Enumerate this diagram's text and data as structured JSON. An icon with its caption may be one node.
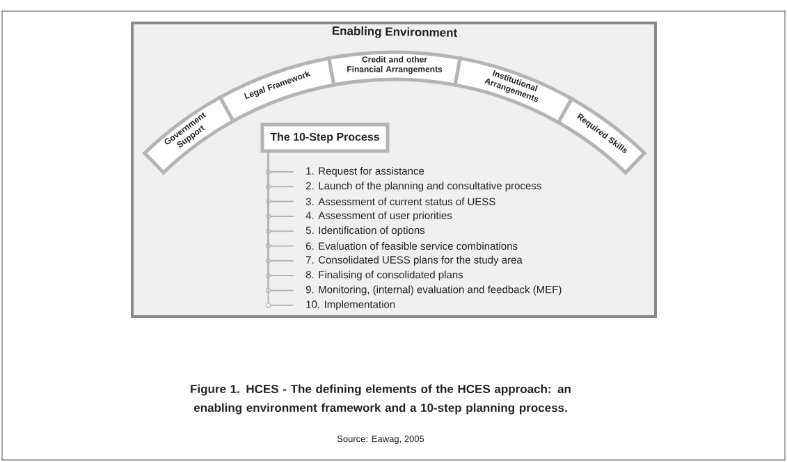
{
  "diagram": {
    "caption": "Figure 1. HCES - The defining elements of the HCES approach: an enabling environment framework and a 10-step planning process.",
    "nodes": [
      {
        "text": [
          "Enabling Environment"
        ]
      },
      {
        "text": [
          "Government Support"
        ],
        "in": 0
      },
      {
        "text": [
          "Legal Framework"
        ],
        "in": 0
      },
      {
        "text": [
          "Credit and other Financial Arrangements"
        ],
        "in": 0
      },
      {
        "text": [
          "Institutional Arrangements"
        ],
        "in": 0
      },
      {
        "text": [
          "Required Skills"
        ],
        "in": 0
      },
      {
        "text": [
          "The 10-Step Process"
        ],
        "in": 0
      },
      {
        "text": [
          "1. Request for assistance"
        ],
        "in": 0
      },
      {
        "text": [
          "2. Launch of the planning and consultative process"
        ],
        "in": 0
      },
      {
        "text": [
          "3. Assessment of current status of UESS"
        ],
        "in": 0
      },
      {
        "text": [
          "4. Assessment of user priorities"
        ],
        "in": 0
      },
      {
        "text": [
          "5. Identification of options"
        ],
        "in": 0
      },
      {
        "text": [
          "6. Evaluation of feasible service combinations"
        ],
        "in": 0
      },
      {
        "text": [
          "7. Consolidated UESS plans for the study area"
        ],
        "in": 0
      },
      {
        "text": [
          "8. Finalising of consolidated plans"
        ],
        "in": 0
      },
      {
        "text": [
          "9. Monitoring, (internal) evaluation and feedback (MEF)"
        ],
        "in": 0
      },
      {
        "text": [
          "10. Implementation"
        ],
        "in": 0
      }
    ],
    "edges": [
      {
        "from": 6,
        "to": 7,
        "arrow": "none"
      },
      {
        "from": 6,
        "to": 8,
        "arrow": "none"
      },
      {
        "from": 6,
        "to": 9,
        "arrow": "none"
      },
      {
        "from": 6,
        "to": 10,
        "arrow": "none"
      },
      {
        "from": 6,
        "to": 11,
        "arrow": "none"
      },
      {
        "from": 6,
        "to": 12,
        "arrow": "none"
      },
      {
        "from": 6,
        "to": 13,
        "arrow": "none"
      },
      {
        "from": 6,
        "to": 14,
        "arrow": "none"
      },
      {
        "from": 6,
        "to": 15,
        "arrow": "none"
      },
      {
        "from": 6,
        "to": 16,
        "arrow": "none"
      }
    ],
    "labels": [
      "Source: Eawag, 2005"
    ]
  }
}
